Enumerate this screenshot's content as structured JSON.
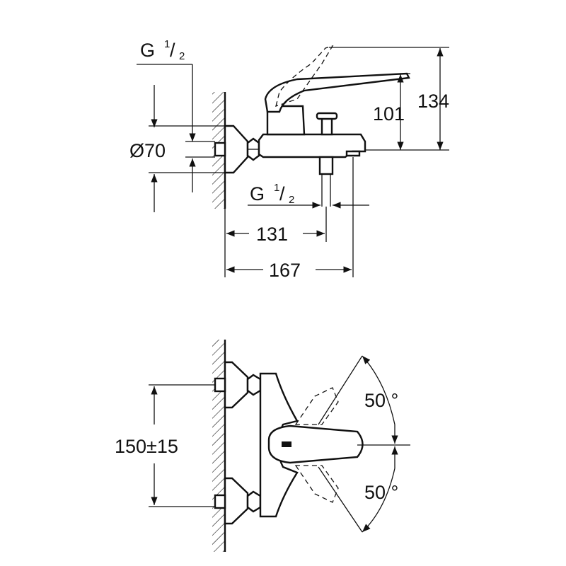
{
  "top_view": {
    "thread_upper": {
      "base": "G",
      "sup": "1",
      "sub": "2"
    },
    "thread_lower": {
      "base": "G",
      "sup": "1",
      "sub": "2"
    },
    "diameter": "Ø70",
    "height_101": "101",
    "height_134": "134",
    "depth_131": "131",
    "depth_167": "167"
  },
  "bottom_view": {
    "spacing": "150±15",
    "angle_upper": "50 °",
    "angle_lower": "50 °"
  }
}
